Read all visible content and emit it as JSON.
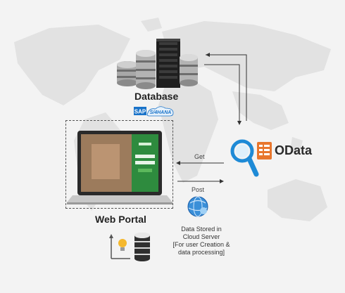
{
  "diagram": {
    "database_label": "Database",
    "sap_badge": {
      "sap": "SAP",
      "s4": "S/4HANA",
      "color": "#1a73c9"
    },
    "web_portal_label": "Web Portal",
    "get_label": "Get",
    "post_label": "Post",
    "cloud_text": [
      "Data Stored in",
      "Cloud Server",
      "[For user Creation &",
      "data processing]"
    ],
    "odata_label": "OData",
    "odata_color": "#e8762d",
    "search_color": "#1e8ad6"
  }
}
